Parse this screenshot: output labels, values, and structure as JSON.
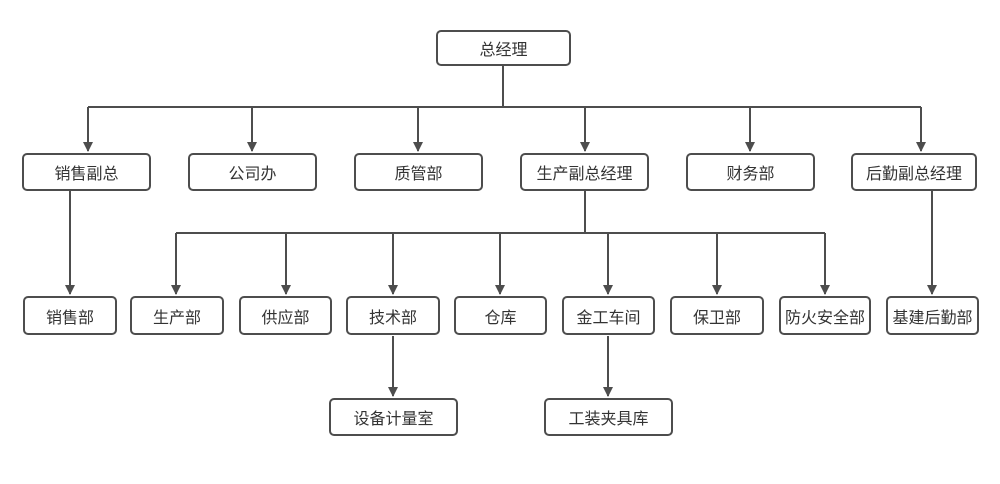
{
  "diagram": {
    "type": "org-chart",
    "root": "总经理",
    "level1": [
      "销售副总",
      "公司办",
      "质管部",
      "生产副总经理",
      "财务部",
      "后勤副总经理"
    ],
    "sales_children": [
      "销售部"
    ],
    "production_children": [
      "生产部",
      "供应部",
      "技术部",
      "仓库",
      "金工车间",
      "保卫部",
      "防火安全部"
    ],
    "logistics_children": [
      "基建后勤部"
    ],
    "tech_children": [
      "设备计量室"
    ],
    "workshop_children": [
      "工装夹具库"
    ],
    "colors": {
      "stroke": "#4d4d4d",
      "fill": "#ffffff",
      "text": "#333333"
    }
  }
}
